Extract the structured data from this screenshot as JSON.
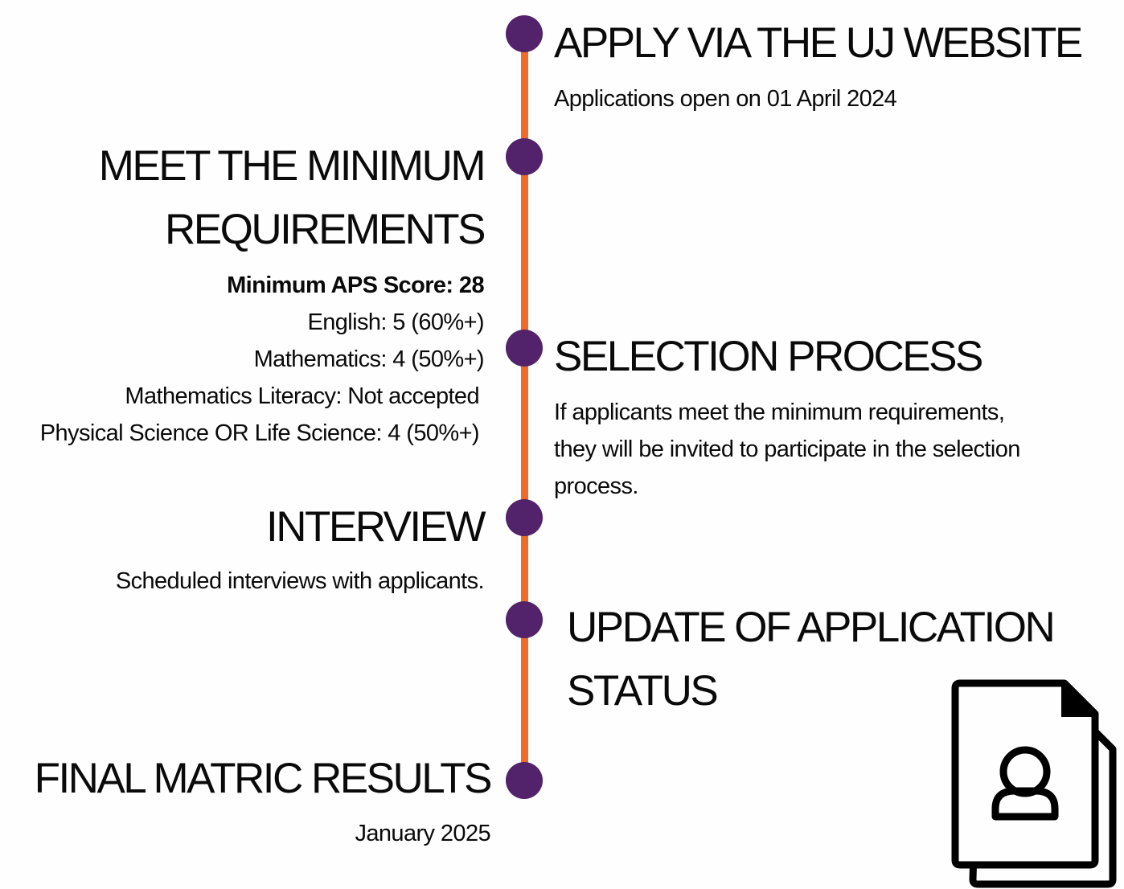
{
  "steps": {
    "apply": {
      "title": "APPLY VIA THE UJ WEBSITE",
      "description": "Applications open on 01 April 2024"
    },
    "requirements": {
      "title_line1": "MEET THE MINIMUM",
      "title_line2": "REQUIREMENTS",
      "items": [
        "Minimum APS Score: 28",
        "English: 5 (60%+)",
        "Mathematics: 4 (50%+)",
        "Mathematics Literacy: Not accepted",
        "Physical Science OR Life Science: 4 (50%+)"
      ]
    },
    "selection": {
      "title": "SELECTION PROCESS",
      "description_lines": [
        "If applicants meet the minimum requirements,",
        "they will be invited to participate in the selection",
        "process."
      ]
    },
    "interview": {
      "title": "INTERVIEW",
      "description": "Scheduled interviews with applicants."
    },
    "update": {
      "title_line1": "UPDATE OF APPLICATION",
      "title_line2": "STATUS"
    },
    "final": {
      "title": "FINAL MATRIC RESULTS",
      "description": "January 2025"
    }
  },
  "colors": {
    "timeline_line": "#ef6b2a",
    "timeline_dot": "#52226a",
    "text": "#0a0a0a"
  },
  "icons": {
    "document": "user-document-icon"
  }
}
